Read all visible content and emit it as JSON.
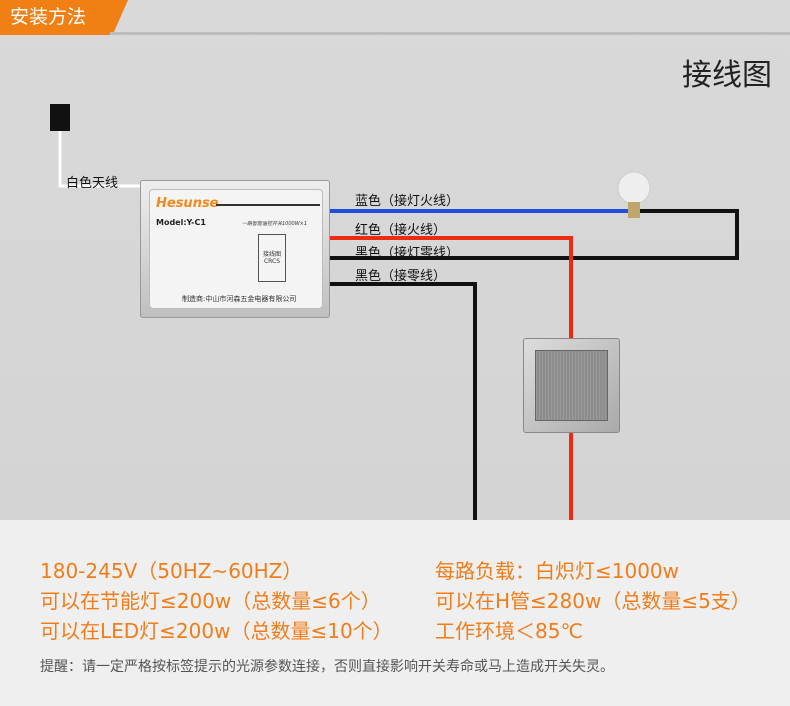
{
  "header": {
    "section": "安装方法",
    "title": "接线图"
  },
  "diagram": {
    "antenna_label": "白色天线",
    "module": {
      "brand": "Hesunse",
      "model": "Model:Y-C1",
      "subtitle": "一路智能遥控开关1000W×1",
      "chip": "接线图 CRCS",
      "maker": "制造商:中山市河森五金电器有限公司"
    },
    "wires": [
      {
        "label": "蓝色（接灯火线）",
        "color": "#1e4fe0"
      },
      {
        "label": "红色（接火线）",
        "color": "#ee2a12"
      },
      {
        "label": "黑色（接灯零线）",
        "color": "#111111"
      },
      {
        "label": "黑色（接零线）",
        "color": "#111111"
      }
    ]
  },
  "specs": {
    "left": [
      "180-245V（50HZ~60HZ）",
      "可以在节能灯≤200w（总数量≤6个）",
      "可以在LED灯≤200w（总数量≤10个）"
    ],
    "right": [
      "每路负载：白炽灯≤1000w",
      "可以在H管≤280w（总数量≤5支）",
      "工作环境＜85℃"
    ],
    "note": "提醒：请一定严格按标签提示的光源参数连接，否则直接影响开关寿命或马上造成开关失灵。"
  }
}
